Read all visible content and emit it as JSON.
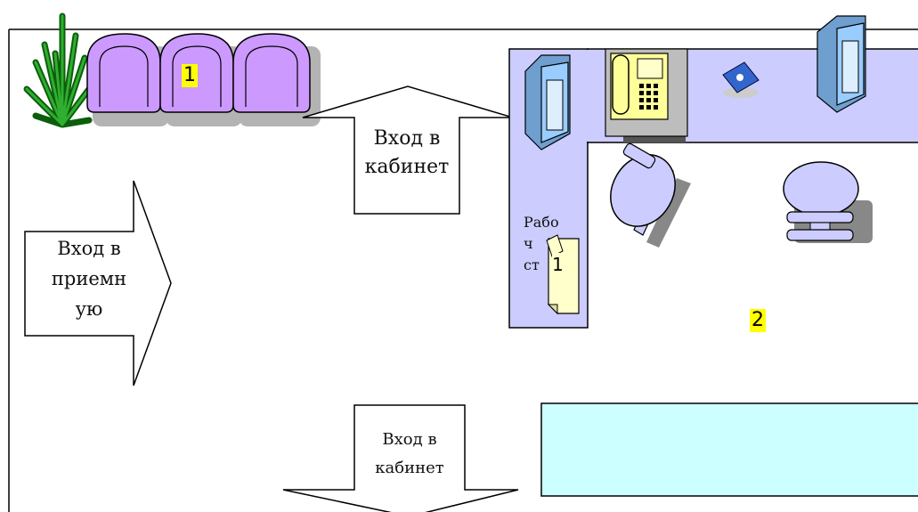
{
  "labels": {
    "arrow_top": "Вход в\nкабинет",
    "arrow_left": "Вход в\nприемн\nую",
    "arrow_bottom": "Вход в\nкабинет",
    "desk_text": "Рабо\nч\nст"
  },
  "markers": {
    "marker_1": "1",
    "marker_2": "2"
  },
  "colors": {
    "chair": "#cc99ff",
    "desk": "#ccccff",
    "cabinet": "#ccffff",
    "highlight": "#ffff00",
    "monitor": "#99ccff",
    "plant": "#1e8a1e"
  },
  "icons": {
    "plant": "plant-icon",
    "chairs": "armchair-icon",
    "monitor": "monitor-icon",
    "phone": "phone-icon",
    "disk": "floppy-disk-icon",
    "office_chair": "office-chair-icon",
    "document": "document-icon"
  }
}
